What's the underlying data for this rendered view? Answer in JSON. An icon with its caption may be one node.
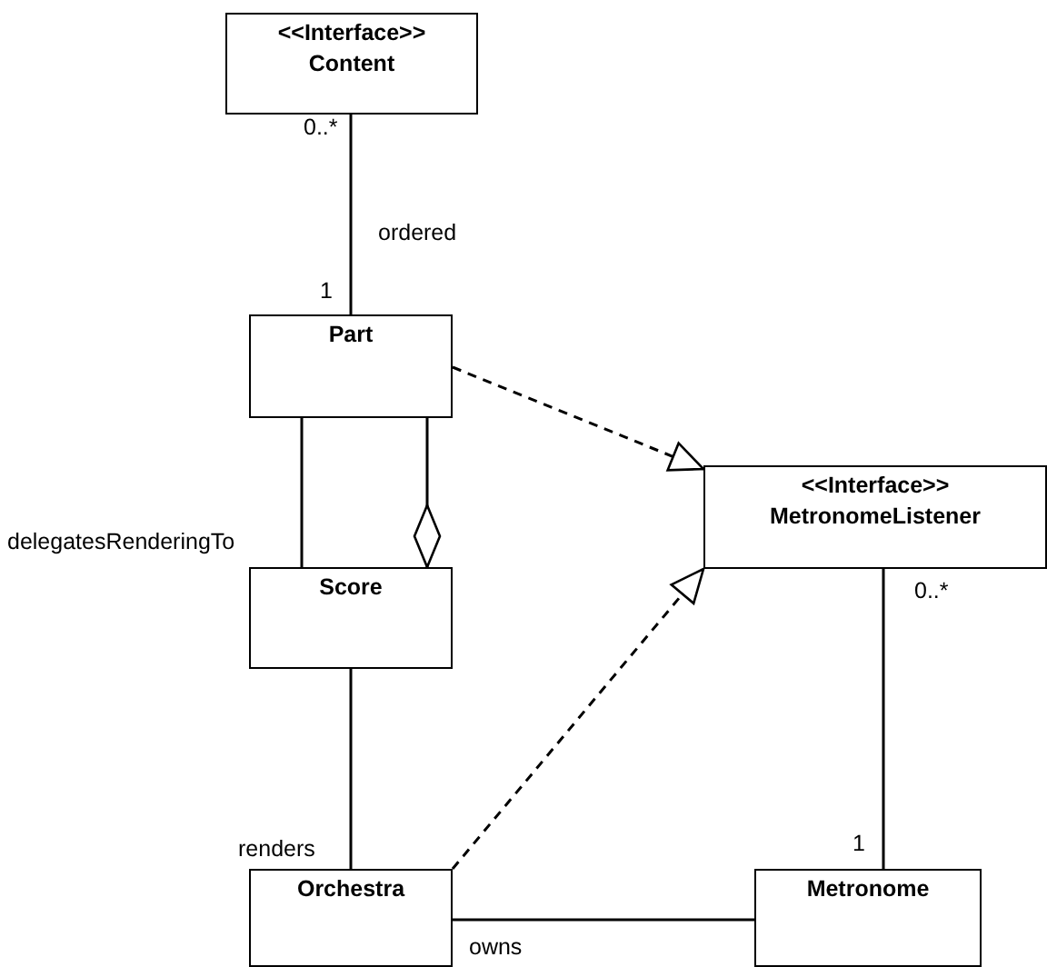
{
  "diagram": {
    "nodes": [
      {
        "text": [
          "<<Interface>>",
          "Content"
        ]
      },
      {
        "text": [
          "Part"
        ]
      },
      {
        "text": [
          "<<Interface>>",
          "MetronomeListener"
        ]
      },
      {
        "text": [
          "Score"
        ]
      },
      {
        "text": [
          "Orchestra"
        ]
      },
      {
        "text": [
          "Metronome"
        ]
      }
    ],
    "edges": [
      {
        "from": 0,
        "to": 1,
        "arrow": "none",
        "label": "ordered"
      },
      {
        "from": 1,
        "to": 2,
        "arrow": "to",
        "style": "dashed"
      },
      {
        "from": 1,
        "to": 3,
        "arrow": "none",
        "label": "delegatesRenderingTo"
      },
      {
        "from": 1,
        "to": 3,
        "arrow": "other"
      },
      {
        "from": 3,
        "to": 4,
        "arrow": "none",
        "label": "renders"
      },
      {
        "from": 4,
        "to": 2,
        "arrow": "to",
        "style": "dashed"
      },
      {
        "from": 2,
        "to": 5,
        "arrow": "none"
      },
      {
        "from": 4,
        "to": 5,
        "arrow": "none",
        "label": "owns"
      }
    ],
    "labels": [
      "0..*",
      "1",
      "0..*",
      "1"
    ]
  }
}
